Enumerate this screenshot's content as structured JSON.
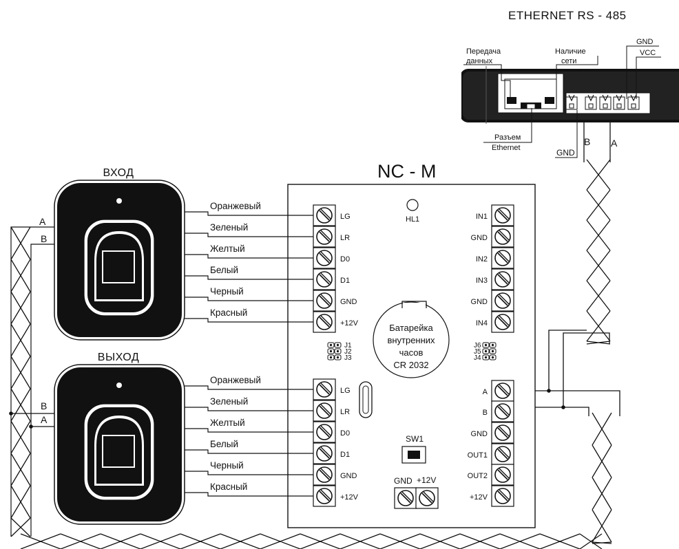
{
  "title": "ETHERNET RS - 485",
  "controller_name": "NC - M",
  "readers": [
    {
      "heading": "ВХОД",
      "wire_colors": [
        "Оранжевый",
        "Зеленый",
        "Желтый",
        "Белый",
        "Черный",
        "Красный"
      ],
      "bus_labels": [
        "A",
        "B"
      ]
    },
    {
      "heading": "ВЫХОД",
      "wire_colors": [
        "Оранжевый",
        "Зеленый",
        "Желтый",
        "Белый",
        "Черный",
        "Красный"
      ],
      "bus_labels": [
        "B",
        "A"
      ]
    }
  ],
  "reader_terminals": [
    "LG",
    "LR",
    "D0",
    "D1",
    "GND",
    "+12V"
  ],
  "input_terminals": [
    "IN1",
    "GND",
    "IN2",
    "IN3",
    "GND",
    "IN4"
  ],
  "output_terminals": [
    "A",
    "B",
    "GND",
    "OUT1",
    "OUT2",
    "+12V"
  ],
  "power_terminals": [
    "GND",
    "+12V"
  ],
  "led_label": "HL1",
  "switch_label": "SW1",
  "jumpers_left": [
    "J1",
    "J2",
    "J3"
  ],
  "jumpers_right": [
    "J6",
    "J5",
    "J4"
  ],
  "battery_lines": [
    "Батарейка",
    "внутренних",
    "часов",
    "CR 2032"
  ],
  "module_labels": {
    "data_tx": [
      "Передача",
      "данных"
    ],
    "network": [
      "Наличие",
      "сети"
    ],
    "ethernet": [
      "Разъем",
      "Ethernet"
    ],
    "gnd": "GND",
    "vcc": "VCC",
    "rs485_gnd": "GND",
    "rs485_b": "B",
    "rs485_a": "A"
  }
}
